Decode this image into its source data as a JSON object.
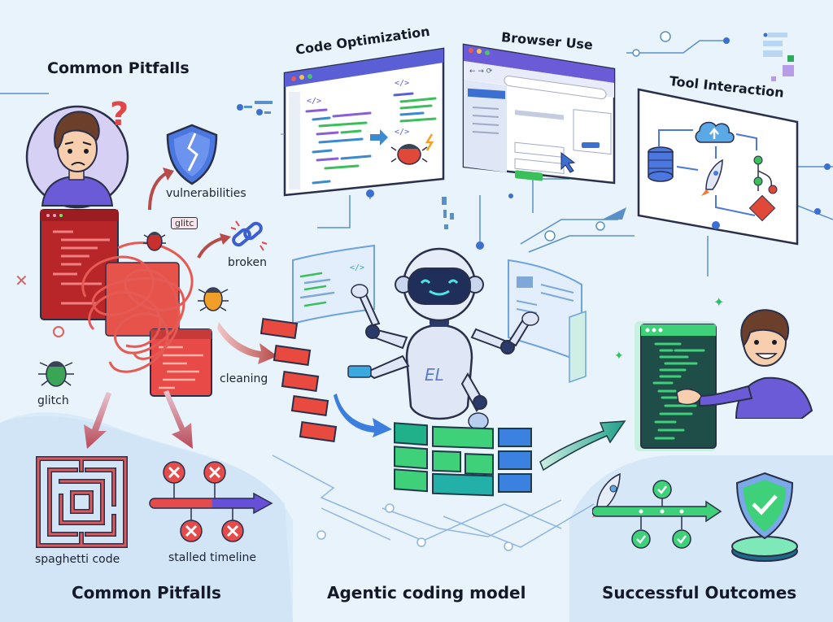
{
  "title": "Agentic coding model",
  "colors": {
    "background": "#e8f3fb",
    "pitfall_red": "#d83b3b",
    "success_green": "#2fbf6a",
    "accent_blue": "#3b6fd1",
    "purple": "#6b5bd6"
  },
  "sections": {
    "left_top_heading": "Common Pitfalls",
    "left_bottom_heading": "Common Pitfalls",
    "center_heading": "Agentic coding model",
    "right_heading": "Successful Outcomes"
  },
  "pitfalls": {
    "labels": {
      "vulnerabilities": "vulnerabilities",
      "glitch_bubble": "glitc",
      "broken": "broken",
      "glitch": "glitch",
      "cleaning": "cleaning",
      "spaghetti_code": "spaghetti code",
      "stalled_timeline": "stalled timeline"
    },
    "icons": [
      "confused-developer-icon",
      "question-mark-icon",
      "broken-shield-icon",
      "bug-icon",
      "broken-link-icon",
      "tangled-code-windows-icon",
      "maze-icon",
      "stalled-timeline-icon"
    ]
  },
  "panels": {
    "code_optimization": {
      "title": "Code Optimization",
      "code_tag": "</>"
    },
    "browser_use": {
      "title": "Browser Use"
    },
    "tool_interaction": {
      "title": "Tool Interaction"
    }
  },
  "robot": {
    "chest_logo": "EL"
  },
  "outcomes": {
    "icons": [
      "happy-developer-icon",
      "green-code-window-icon",
      "rocket-icon",
      "success-timeline-icon",
      "check-shield-icon"
    ]
  }
}
